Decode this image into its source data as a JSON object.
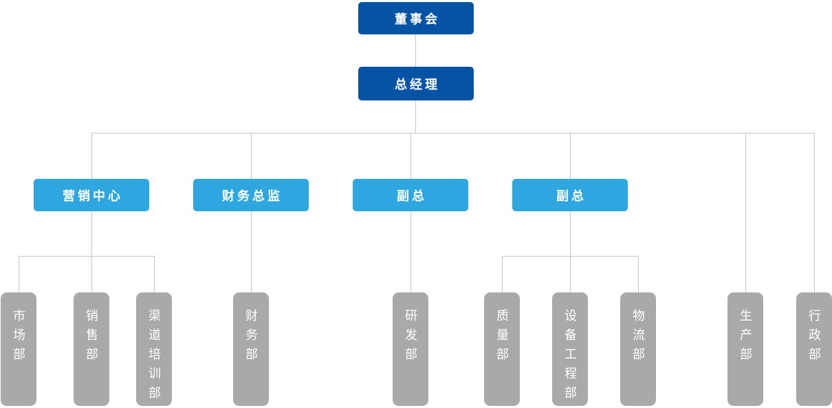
{
  "colors": {
    "level1_box": "#0553a4",
    "level2_box": "#2ea7e0",
    "dept_box": "#a9a9a9",
    "connector_line": "#c6c6c6",
    "box_text": "#ffffff"
  },
  "org_tree": {
    "label": "董事会",
    "children": [
      {
        "label": "总经理",
        "children": [
          {
            "label": "营销中心",
            "children": [
              {
                "label": "市场部"
              },
              {
                "label": "销售部"
              },
              {
                "label": "渠道培训部"
              }
            ]
          },
          {
            "label": "财务总监",
            "children": [
              {
                "label": "财务部"
              }
            ]
          },
          {
            "label": "副总",
            "children": [
              {
                "label": "研发部"
              }
            ]
          },
          {
            "label": "副总",
            "children": [
              {
                "label": "质量部"
              },
              {
                "label": "设备工程部"
              },
              {
                "label": "物流部"
              }
            ]
          },
          {
            "label": "生产部"
          },
          {
            "label": "行政部"
          }
        ]
      }
    ]
  }
}
